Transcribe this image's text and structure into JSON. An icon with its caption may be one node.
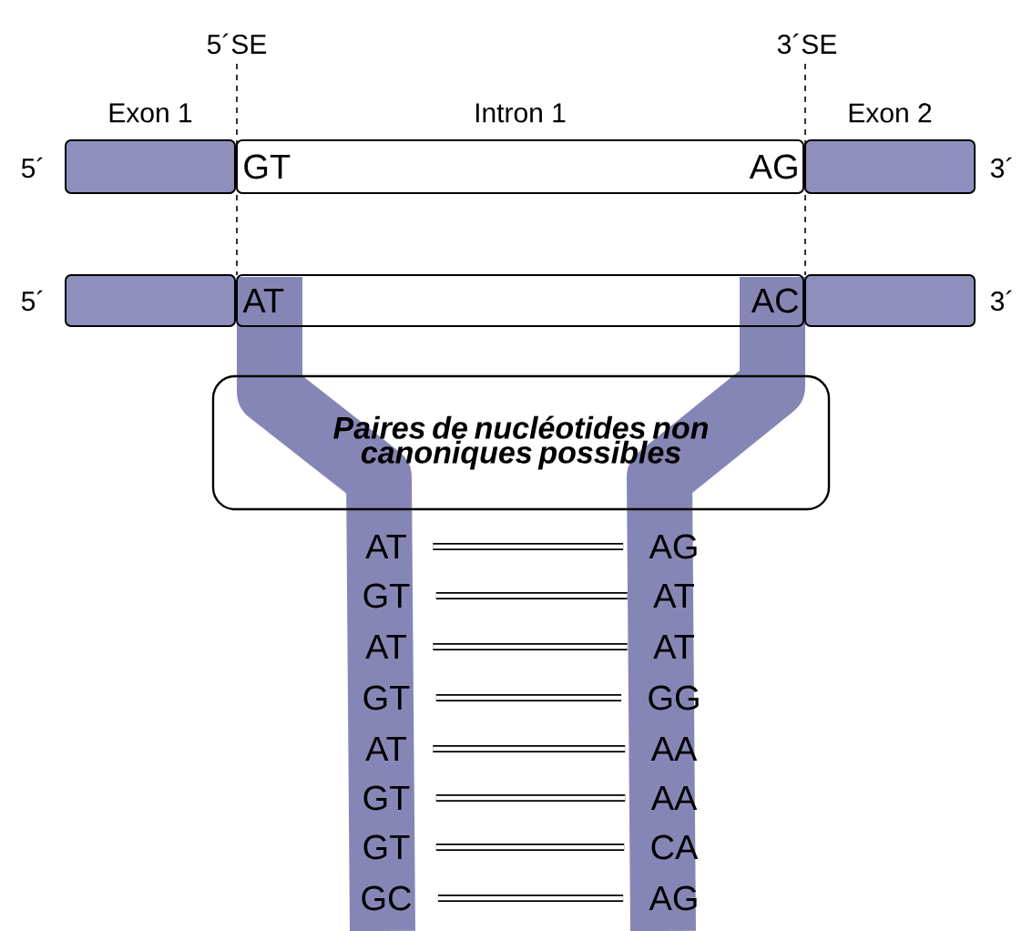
{
  "diagram": {
    "nodes": [
      {
        "text": [
          "Exon 1"
        ]
      },
      {
        "text": [
          "Intron 1",
          "GT",
          "AG"
        ]
      },
      {
        "text": [
          "Exon 2"
        ]
      },
      {
        "text": [],
        "shape": "box"
      },
      {
        "text": [
          "AT",
          "AC"
        ]
      },
      {
        "text": [],
        "shape": "box"
      },
      {
        "text": [
          "Paires de nucléotides non canoniques possibles"
        ]
      },
      {
        "text": [
          "AT"
        ]
      },
      {
        "text": [
          "GT"
        ]
      },
      {
        "text": [
          "AT"
        ]
      },
      {
        "text": [
          "GT"
        ]
      },
      {
        "text": [
          "AT"
        ]
      },
      {
        "text": [
          "GT"
        ]
      },
      {
        "text": [
          "GT"
        ]
      },
      {
        "text": [
          "GC"
        ]
      },
      {
        "text": [
          "AG"
        ]
      },
      {
        "text": [
          "AT"
        ]
      },
      {
        "text": [
          "AT"
        ]
      },
      {
        "text": [
          "GG"
        ]
      },
      {
        "text": [
          "AA"
        ]
      },
      {
        "text": [
          "AA"
        ]
      },
      {
        "text": [
          "CA"
        ]
      },
      {
        "text": [
          "AG"
        ]
      }
    ],
    "edges": [
      {
        "from": 7,
        "to": 15,
        "arrow": "none"
      },
      {
        "from": 8,
        "to": 16,
        "arrow": "none"
      },
      {
        "from": 9,
        "to": 17,
        "arrow": "none"
      },
      {
        "from": 10,
        "to": 18,
        "arrow": "none"
      },
      {
        "from": 11,
        "to": 19,
        "arrow": "none"
      },
      {
        "from": 12,
        "to": 20,
        "arrow": "none"
      },
      {
        "from": 13,
        "to": 21,
        "arrow": "none"
      },
      {
        "from": 14,
        "to": 22,
        "arrow": "none"
      }
    ],
    "labels": [
      "5´SE",
      "3´SE",
      "5´",
      "3´",
      "5´",
      "3´"
    ]
  }
}
